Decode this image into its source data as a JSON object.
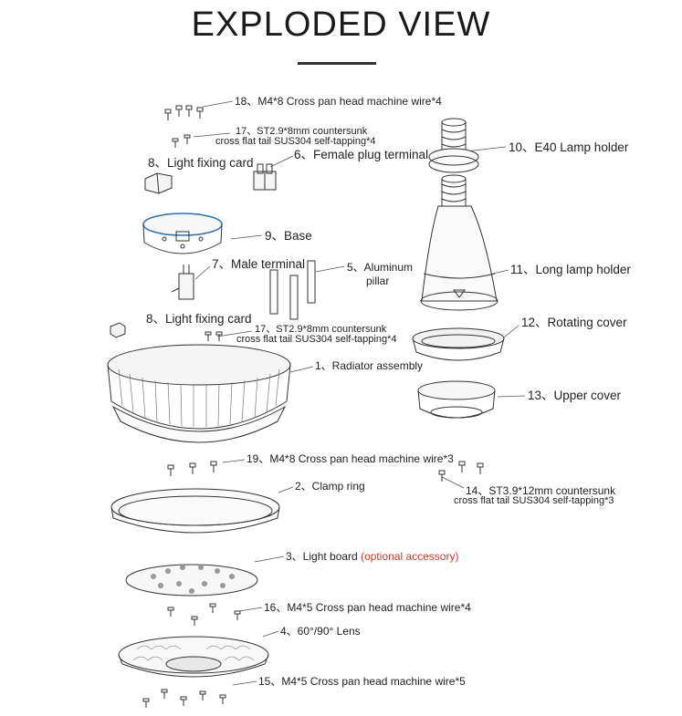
{
  "title": "EXPLODED VIEW",
  "colors": {
    "stroke": "#333333",
    "note": "#d23a2a",
    "accent_blue": "#2f6fb0"
  },
  "labels": {
    "p18": "18、M4*8 Cross pan head machine wire*4",
    "p17a_1": "17、ST2.9*8mm countersunk",
    "p17a_2": "cross flat tail SUS304 self-tapping*4",
    "p8a": "8、Light fixing card",
    "p6": "6、Female plug terminal",
    "p10": "10、E40 Lamp holder",
    "p9": "9、Base",
    "p7": "7、Male terminal",
    "p5_1": "5、Aluminum",
    "p5_2": "pillar",
    "p11": "11、Long lamp holder",
    "p8b": "8、Light fixing card",
    "p17b_1": "17、ST2.9*8mm countersunk",
    "p17b_2": "cross flat tail SUS304 self-tapping*4",
    "p12": "12、Rotating cover",
    "p1": "1、Radiator assembly",
    "p13": "13、Upper cover",
    "p19": "19、M4*8 Cross pan head machine wire*3",
    "p14_1": "14、ST3.9*12mm countersunk",
    "p14_2": "cross flat tail SUS304 self-tapping*3",
    "p2": "2、Clamp ring",
    "p3": "3、Light board",
    "p3_note": "(optional accessory)",
    "p16": "16、M4*5 Cross pan head machine wire*4",
    "p4": "4、60°/90° Lens",
    "p15": "15、M4*5 Cross pan head machine wire*5"
  }
}
